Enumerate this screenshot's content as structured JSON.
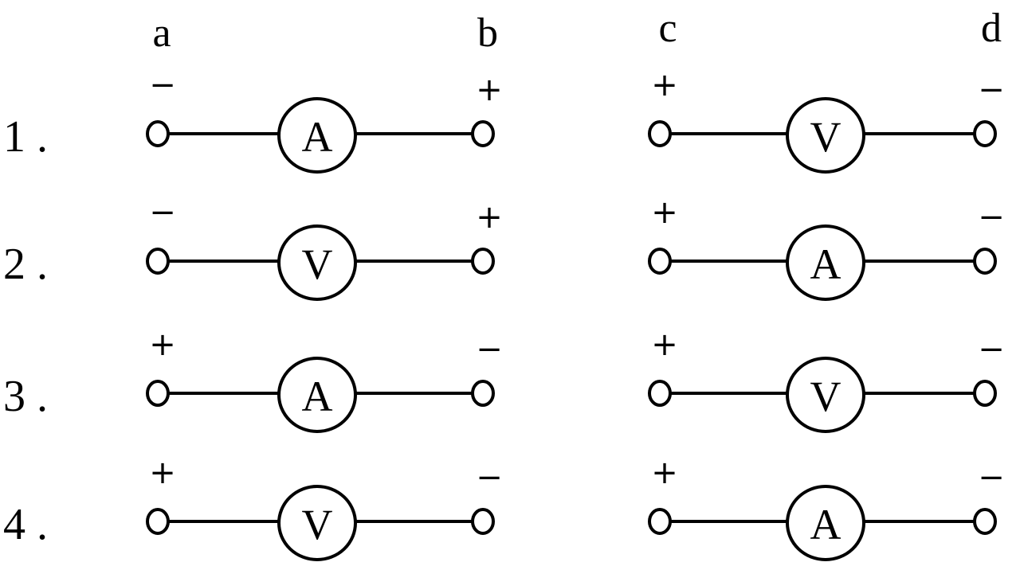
{
  "diagram": {
    "column_headers": {
      "left": {
        "start": "a",
        "end": "b"
      },
      "right": {
        "start": "c",
        "end": "d"
      }
    },
    "rows": [
      {
        "label": "1.",
        "left": {
          "meter": "A",
          "start_sign": "−",
          "end_sign": "+"
        },
        "right": {
          "meter": "V",
          "start_sign": "+",
          "end_sign": "−"
        }
      },
      {
        "label": "2.",
        "left": {
          "meter": "V",
          "start_sign": "−",
          "end_sign": "+"
        },
        "right": {
          "meter": "A",
          "start_sign": "+",
          "end_sign": "−"
        }
      },
      {
        "label": "3.",
        "left": {
          "meter": "A",
          "start_sign": "+",
          "end_sign": "−"
        },
        "right": {
          "meter": "V",
          "start_sign": "+",
          "end_sign": "−"
        }
      },
      {
        "label": "4.",
        "left": {
          "meter": "V",
          "start_sign": "+",
          "end_sign": "−"
        },
        "right": {
          "meter": "A",
          "start_sign": "+",
          "end_sign": "−"
        }
      }
    ]
  }
}
